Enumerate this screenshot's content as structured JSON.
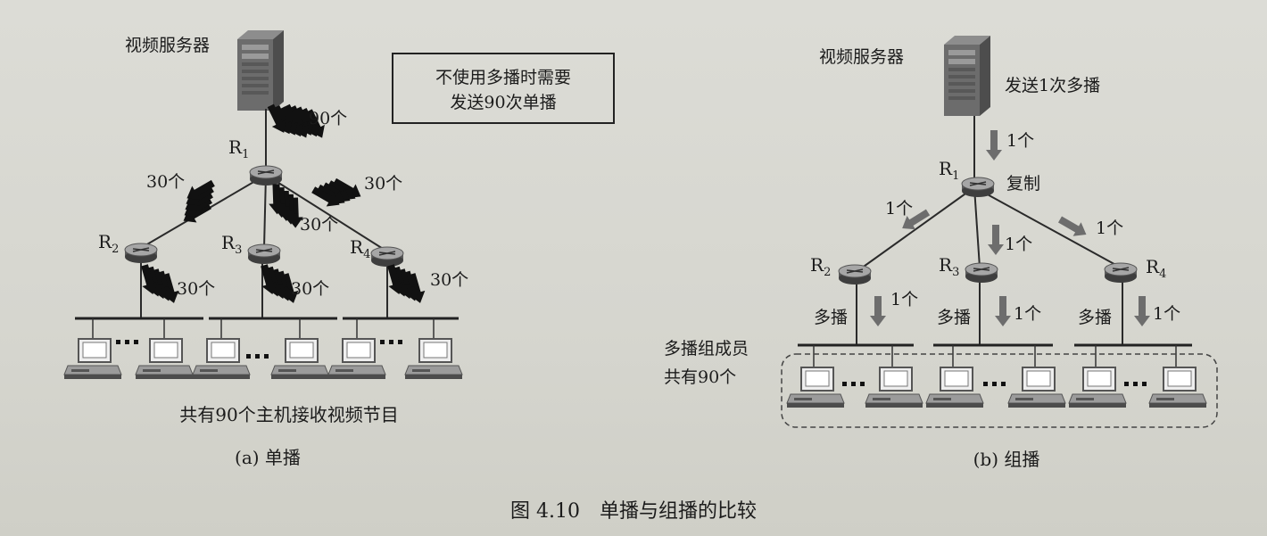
{
  "unicast": {
    "server_label": "视频服务器",
    "note_line1": "不使用多播时需要",
    "note_line2": "发送90次单播",
    "r1": "R",
    "r1_sub": "1",
    "r2": "R",
    "r2_sub": "2",
    "r3": "R",
    "r3_sub": "3",
    "r4": "R",
    "r4_sub": "4",
    "count_server": "90个",
    "count_left": "30个",
    "count_mid": "30个",
    "count_right": "30个",
    "count_lan1": "30个",
    "count_lan2": "30个",
    "count_lan3": "30个",
    "hosts_note": "共有90个主机接收视频节目",
    "caption": "(a) 单播"
  },
  "multicast": {
    "server_label": "视频服务器",
    "send_once": "发送1次多播",
    "count_top": "1个",
    "copy_label": "复制",
    "r1": "R",
    "r1_sub": "1",
    "r2": "R",
    "r2_sub": "2",
    "r3": "R",
    "r3_sub": "3",
    "r4": "R",
    "r4_sub": "4",
    "count_left": "1个",
    "count_mid": "1个",
    "count_right": "1个",
    "lan1_mode": "多播",
    "lan1_count": "1个",
    "lan2_mode": "多播",
    "lan2_count": "1个",
    "lan3_mode": "多播",
    "lan3_count": "1个",
    "group_line1": "多播组成员",
    "group_line2": "共有90个",
    "caption": "(b) 组播"
  },
  "figure_title": "图 4.10　单播与组播的比较"
}
